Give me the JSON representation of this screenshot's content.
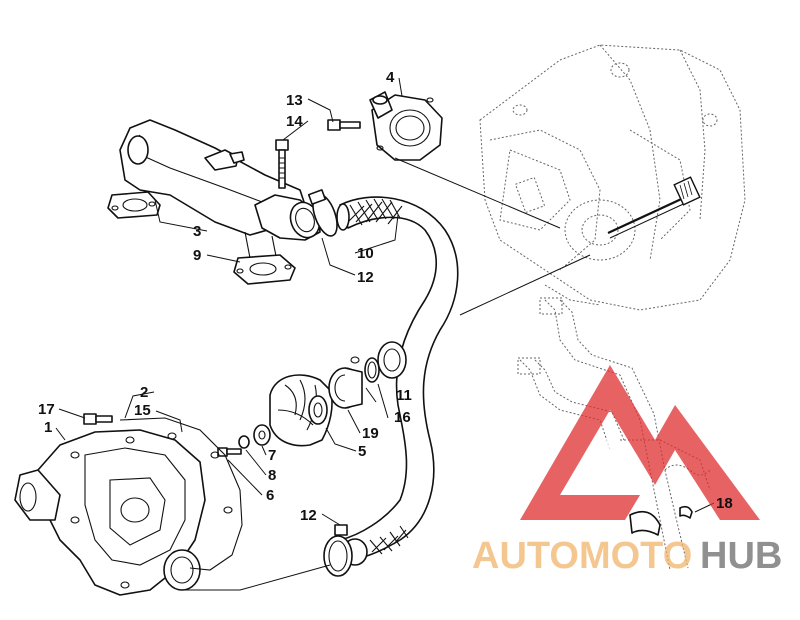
{
  "callouts": [
    {
      "id": "c1",
      "text": "1"
    },
    {
      "id": "c2",
      "text": "2"
    },
    {
      "id": "c3",
      "text": "3"
    },
    {
      "id": "c4",
      "text": "4"
    },
    {
      "id": "c5",
      "text": "5"
    },
    {
      "id": "c6",
      "text": "6"
    },
    {
      "id": "c7",
      "text": "7"
    },
    {
      "id": "c8",
      "text": "8"
    },
    {
      "id": "c9",
      "text": "9"
    },
    {
      "id": "c10",
      "text": "10"
    },
    {
      "id": "c11",
      "text": "11"
    },
    {
      "id": "c12a",
      "text": "12"
    },
    {
      "id": "c12b",
      "text": "12"
    },
    {
      "id": "c13",
      "text": "13"
    },
    {
      "id": "c14",
      "text": "14"
    },
    {
      "id": "c15",
      "text": "15"
    },
    {
      "id": "c16",
      "text": "16"
    },
    {
      "id": "c17",
      "text": "17"
    },
    {
      "id": "c18",
      "text": "18"
    },
    {
      "id": "c19",
      "text": "19"
    }
  ],
  "watermark": {
    "text_part1": "AUTOMOTO",
    "text_part2": "HUB",
    "color_triangle": "#e03030",
    "color_text_part1": "#f2b56b",
    "color_text_part2": "#6b6b6b"
  }
}
